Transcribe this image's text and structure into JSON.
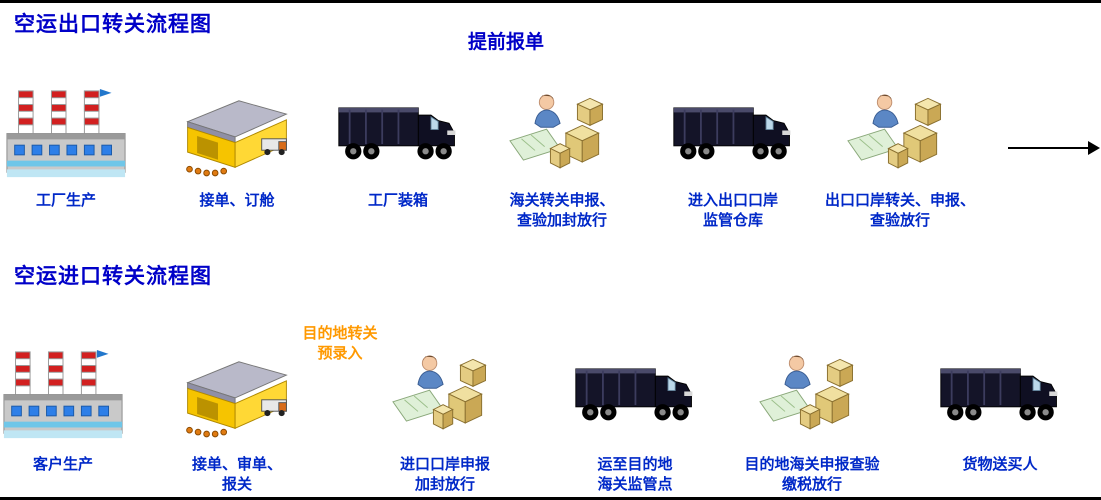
{
  "page": {
    "background": "#ffffff",
    "border_color": "#000000"
  },
  "colors": {
    "title_blue": "#0000c8",
    "label_blue": "#0028c8",
    "note_orange": "#ff9900"
  },
  "export_flow": {
    "title": "空运出口转关流程图",
    "note": "提前报单",
    "steps": [
      {
        "icon": "factory-icon",
        "lines": [
          "工厂生产"
        ]
      },
      {
        "icon": "warehouse-icon",
        "lines": [
          "接单、订舱"
        ]
      },
      {
        "icon": "truck-icon",
        "lines": [
          "工厂装箱"
        ]
      },
      {
        "icon": "customs-icon",
        "lines": [
          "海关转关申报、",
          "查验加封放行"
        ]
      },
      {
        "icon": "truck-icon",
        "lines": [
          "进入出口口岸",
          "监管仓库"
        ]
      },
      {
        "icon": "customs-icon",
        "lines": [
          "出口口岸转关、申报、",
          "查验放行"
        ]
      }
    ]
  },
  "import_flow": {
    "title": "空运进口转关流程图",
    "note_lines": [
      "目的地转关",
      "预录入"
    ],
    "steps": [
      {
        "icon": "factory-icon",
        "lines": [
          "客户生产"
        ]
      },
      {
        "icon": "warehouse-icon",
        "lines": [
          "接单、审单、",
          "报关"
        ]
      },
      {
        "icon": "customs-icon",
        "lines": [
          "进口口岸申报",
          "加封放行"
        ]
      },
      {
        "icon": "truck-icon",
        "lines": [
          "运至目的地",
          "海关监管点"
        ]
      },
      {
        "icon": "customs-icon",
        "lines": [
          "目的地海关申报查验",
          "缴税放行"
        ]
      },
      {
        "icon": "truck-icon",
        "lines": [
          "货物送买人"
        ]
      }
    ]
  }
}
